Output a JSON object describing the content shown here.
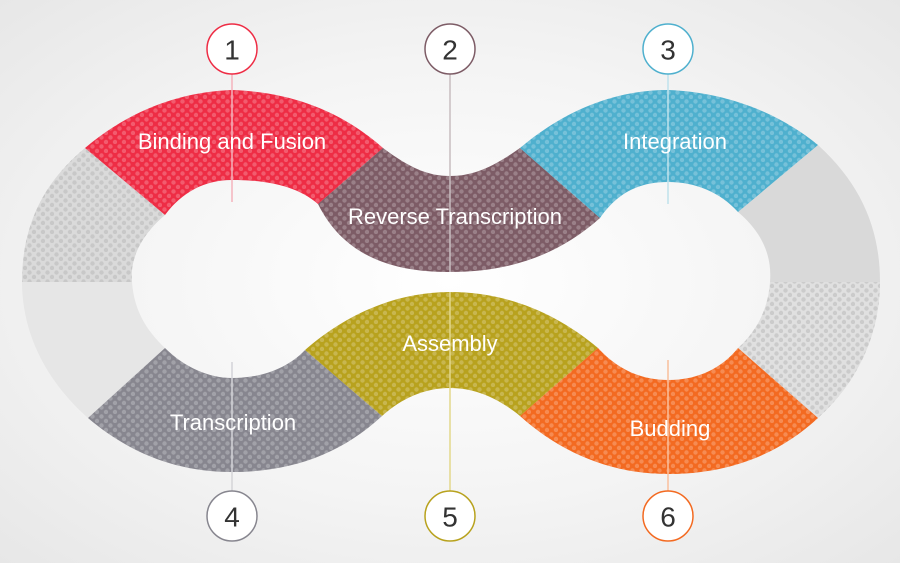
{
  "steps": [
    {
      "number": "1",
      "label": "Binding and Fusion",
      "color": "#ee2d45"
    },
    {
      "number": "2",
      "label": "Reverse Transcription",
      "color": "#7d5c66"
    },
    {
      "number": "3",
      "label": "Integration",
      "color": "#4fb0ce"
    },
    {
      "number": "4",
      "label": "Transcription",
      "color": "#87868f"
    },
    {
      "number": "5",
      "label": "Assembly",
      "color": "#b8a21e"
    },
    {
      "number": "6",
      "label": "Budding",
      "color": "#f36a21"
    }
  ],
  "colors": {
    "gray_band": "#d6d6d6",
    "background": "#f2f2f2"
  }
}
